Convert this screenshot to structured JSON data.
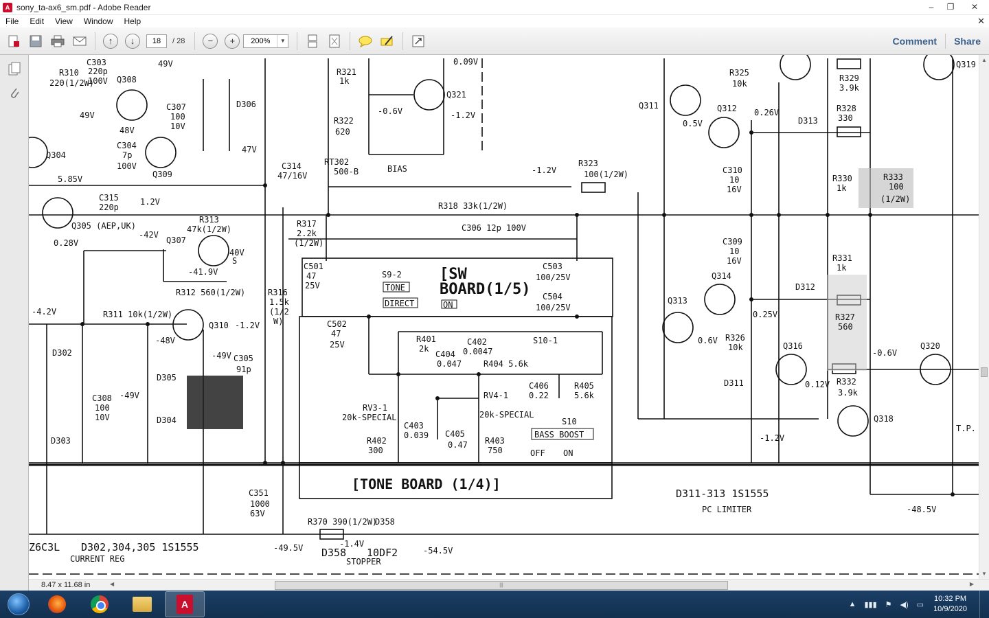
{
  "window": {
    "title": "sony_ta-ax6_sm.pdf - Adobe Reader",
    "controls": [
      "–",
      "❐",
      "✕"
    ]
  },
  "menu": {
    "items": [
      "File",
      "Edit",
      "View",
      "Window",
      "Help"
    ]
  },
  "toolbar": {
    "page_current": "18",
    "page_total": "/ 28",
    "zoom": "200%",
    "comment_label": "Comment",
    "share_label": "Share"
  },
  "status": {
    "page_size": "8.47 x 11.68 in"
  },
  "taskbar": {
    "time": "10:32 PM",
    "date": "10/9/2020"
  },
  "schematic": {
    "labels": [
      "R310",
      "220(1/2W)",
      "C303",
      "220p",
      "100V",
      "Q308",
      "49V",
      "49V",
      "48V",
      "C307",
      "100",
      "10V",
      "D306",
      "C304",
      "7p",
      "100V",
      "Q309",
      "47V",
      "Q304",
      "5.85V",
      "C315",
      "220p",
      "1.2V",
      "Q305 (AEP,UK)",
      "0.28V",
      "R313",
      "47k(1/2W)",
      "-42V",
      "Q307",
      "40V",
      "S",
      "-41.9V",
      "R312 560(1/2W)",
      "-4.2V",
      "R311 10k(1/2W)",
      "-48V",
      "Q310",
      "-1.2V",
      "-49V",
      "C305",
      "91p",
      "D302",
      "D305",
      "C308",
      "-49V",
      "100",
      "10V",
      "D304",
      "D303",
      "R321",
      "1k",
      "R322",
      "620",
      "RT302",
      "500-B",
      "C314",
      "47/16V",
      "Q321",
      "-0.6V",
      "-1.2V",
      "0.09V",
      "BIAS",
      "R317",
      "2.2k",
      "(1/2W)",
      "R318 33k(1/2W)",
      "C306 12p 100V",
      "R316",
      "1.5k",
      "(1/2",
      "W)",
      "C501",
      "47",
      "25V",
      "S9-2",
      "TONE",
      "DIRECT",
      "ON",
      "SW",
      "BOARD(1/5)",
      "C503",
      "100/25V",
      "C504",
      "100/25V",
      "C502",
      "47",
      "25V",
      "R401",
      "2k",
      "C402",
      "0.0047",
      "C404",
      "0.047",
      "R404 5.6k",
      "S10-1",
      "C406",
      "0.22",
      "R405",
      "5.6k",
      "RV3-1",
      "20k-SPECIAL",
      "RV4-1",
      "20k-SPECIAL",
      "C403",
      "0.039",
      "C405",
      "0.47",
      "R402",
      "300",
      "R403",
      "750",
      "S10",
      "BASS BOOST",
      "OFF",
      "ON",
      "TONE BOARD (1/4)",
      "R323",
      "100(1/2W)",
      "-1.2V",
      "Q311",
      "0.5V",
      "Q312",
      "0.26V",
      "R325",
      "10k",
      "D313",
      "R328",
      "330",
      "R329",
      "3.9k",
      "Q319",
      "C310",
      "10",
      "16V",
      "R330",
      "1k",
      "R333",
      "100",
      "(1/2W)",
      "C309",
      "10",
      "16V",
      "Q313",
      "0.6V",
      "Q314",
      "0.25V",
      "D312",
      "R331",
      "1k",
      "R327",
      "560",
      "R326",
      "10k",
      "D311",
      "Q316",
      "0.12V",
      "R332",
      "3.9k",
      "-0.6V",
      "Q320",
      "Q318",
      "-1.2V",
      "T.P.",
      "-48.5V",
      "D311-313 1S1555",
      "PC LIMITER",
      "C351",
      "1000",
      "63V",
      "R370 390(1/2W)",
      "D358",
      "-49.5V",
      "D358",
      "10DF2",
      "STOPPER",
      "-54.5V",
      "Z6C3L",
      "D302,304,305 1S1555",
      "CURRENT REG",
      "-1.4V"
    ]
  }
}
